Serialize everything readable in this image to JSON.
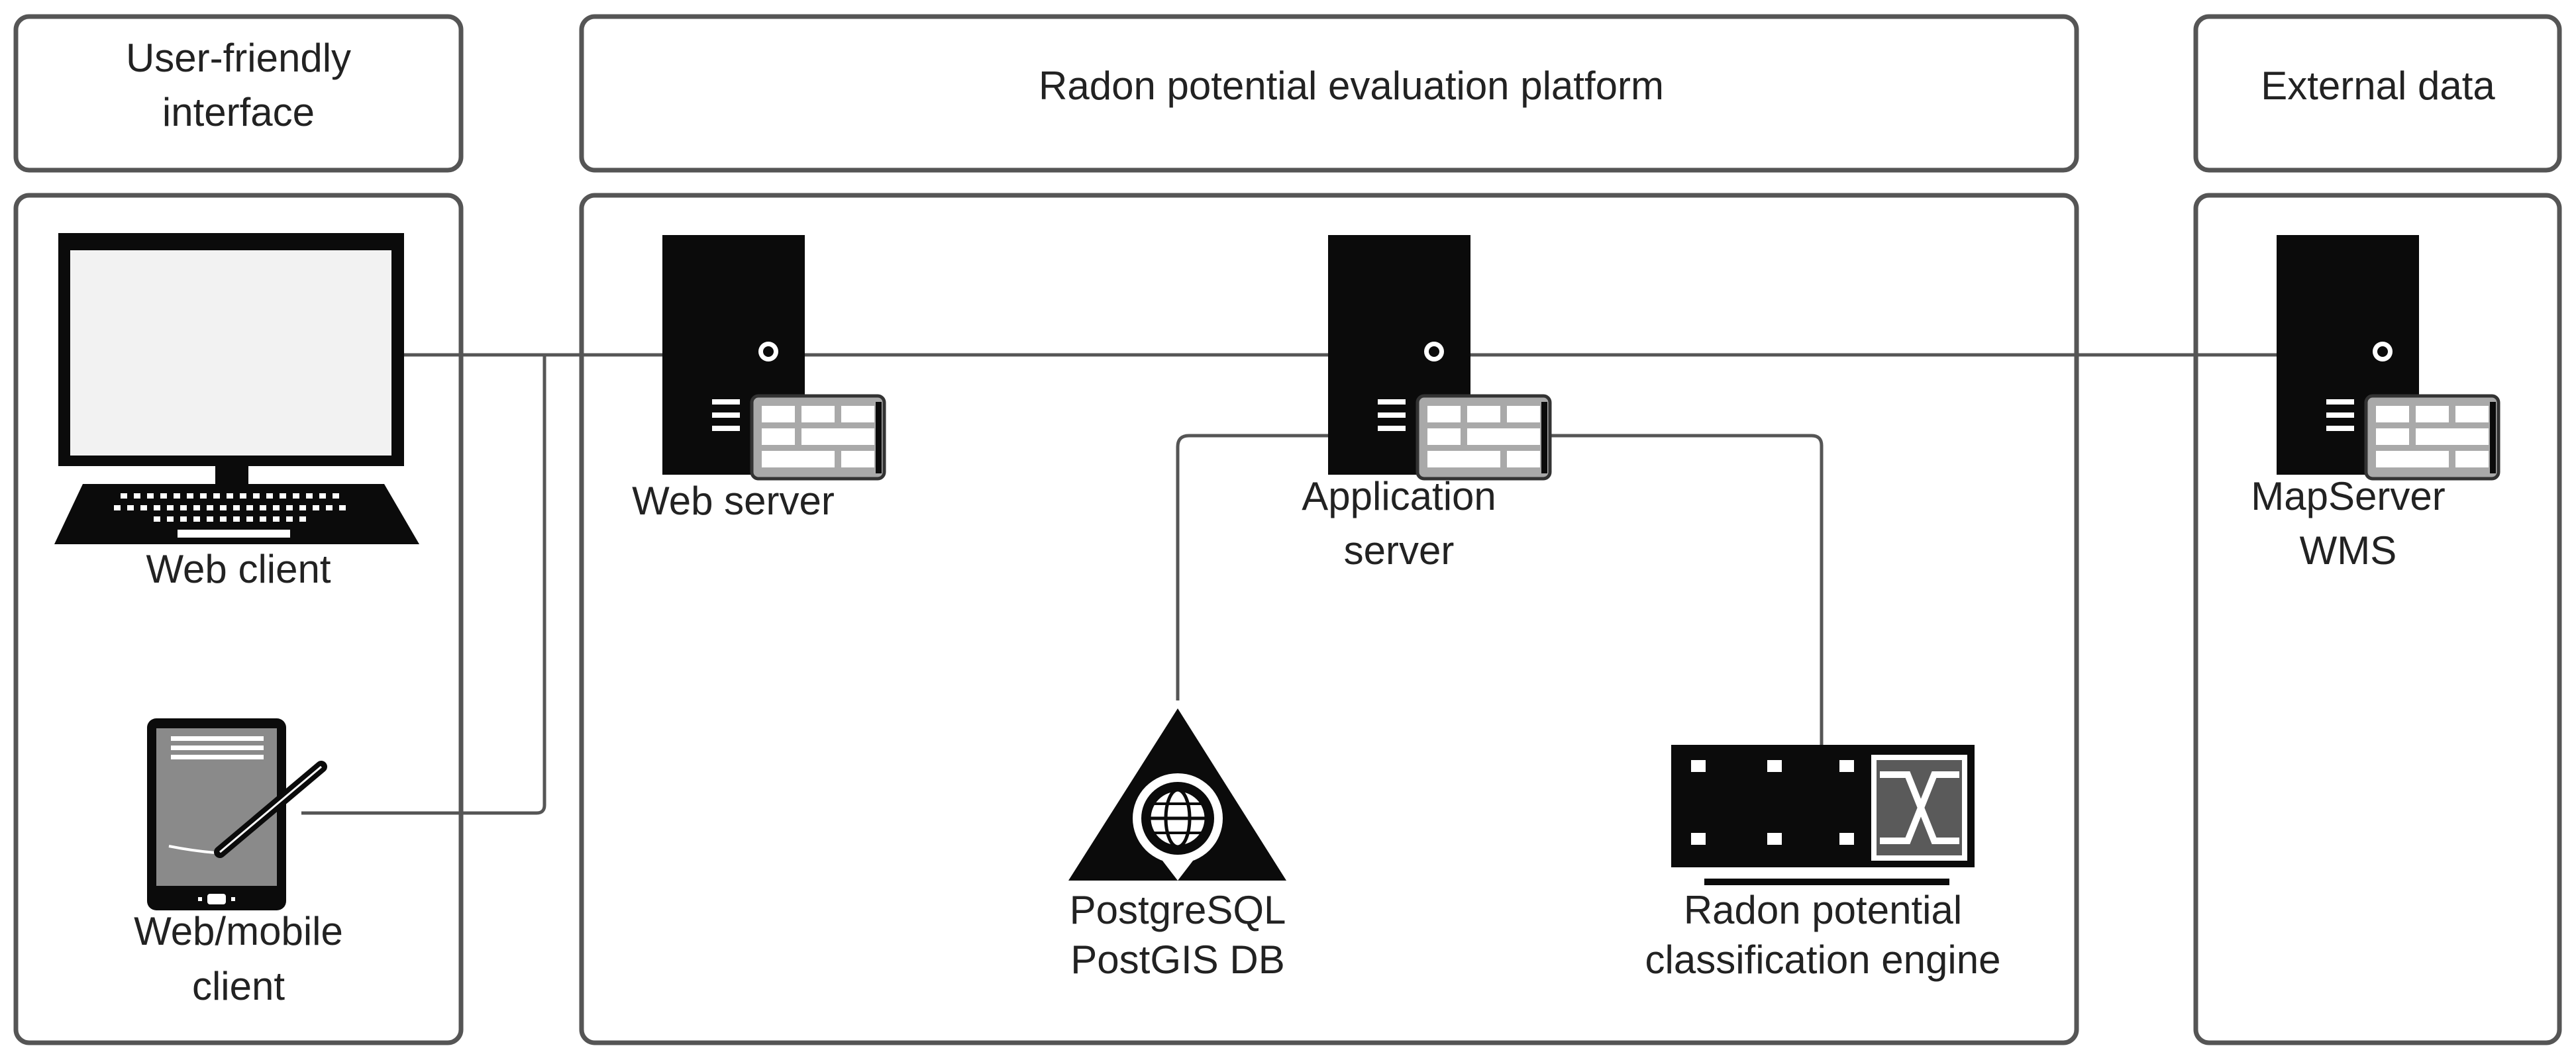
{
  "columns": {
    "client": {
      "header": [
        "User-friendly",
        "interface"
      ]
    },
    "platform": {
      "header": "Radon potential evaluation platform"
    },
    "external": {
      "header": "External data"
    }
  },
  "nodes": {
    "web_client": {
      "label": "Web client",
      "icon": "laptop-icon"
    },
    "mobile_client": {
      "label": [
        "Web/mobile",
        "client"
      ],
      "icon": "tablet-icon"
    },
    "web_server": {
      "label": "Web server",
      "icon": "server-icon"
    },
    "app_server": {
      "label": [
        "Application",
        "server"
      ],
      "icon": "server-icon"
    },
    "db": {
      "label": [
        "PostgreSQL",
        "PostGIS DB"
      ],
      "icon": "database-icon"
    },
    "engine": {
      "label": [
        "Radon potential",
        "classification engine"
      ],
      "icon": "engine-icon"
    },
    "map_server": {
      "label": [
        "MapServer",
        "WMS"
      ],
      "icon": "server-icon"
    }
  }
}
